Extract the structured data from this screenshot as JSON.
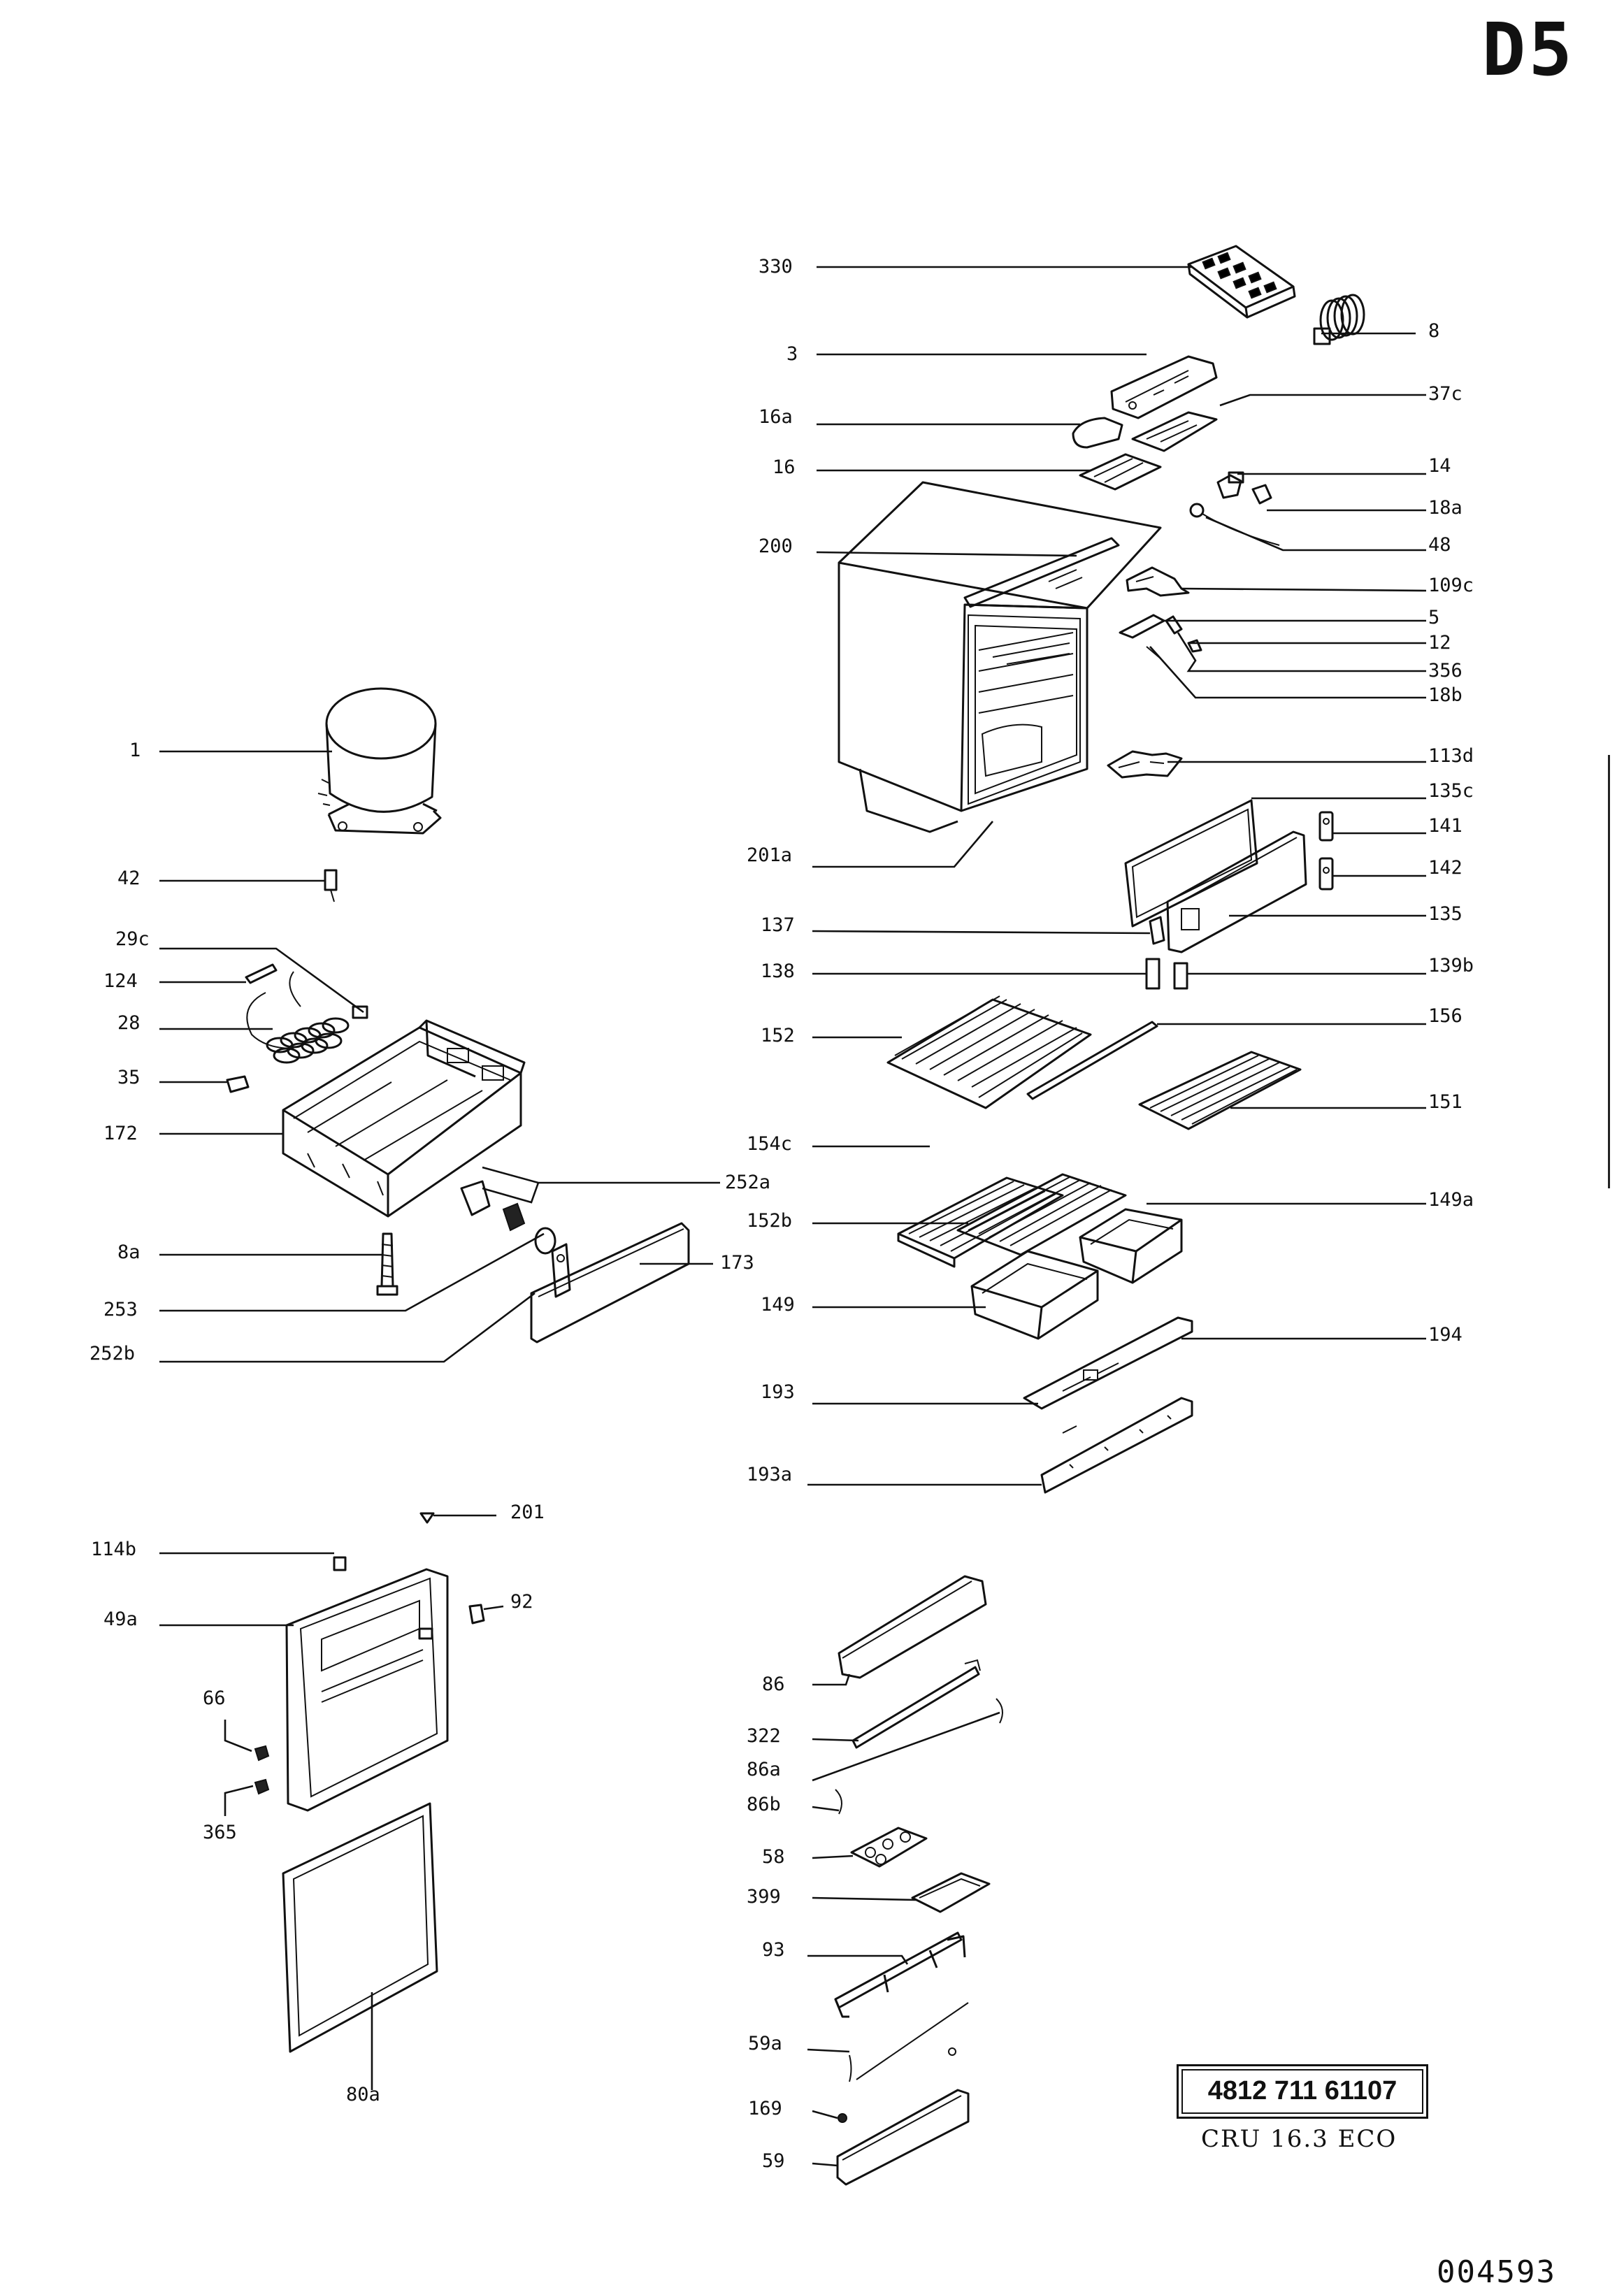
{
  "sheet_id": "D5",
  "part_number": "4812 711 61107",
  "model": "CRU 16.3 ECO",
  "document_number": "004593",
  "callouts": {
    "c330": "330",
    "c8": "8",
    "c3": "3",
    "c37c": "37c",
    "c16a": "16a",
    "c16": "16",
    "c14": "14",
    "c18a": "18a",
    "c200": "200",
    "c48": "48",
    "c109c": "109c",
    "c5": "5",
    "c12": "12",
    "c356": "356",
    "c18b": "18b",
    "c1": "1",
    "c113d": "113d",
    "c135c": "135c",
    "c201a": "201a",
    "c141": "141",
    "c42": "42",
    "c142": "142",
    "c135": "135",
    "c137": "137",
    "c29c": "29c",
    "c138": "138",
    "c139b": "139b",
    "c124": "124",
    "c28": "28",
    "c156": "156",
    "c152": "152",
    "c35": "35",
    "c151": "151",
    "c172": "172",
    "c154c": "154c",
    "c252a": "252a",
    "c149a": "149a",
    "c152b": "152b",
    "c8a": "8a",
    "c173": "173",
    "c149": "149",
    "c253": "253",
    "c194": "194",
    "c252b": "252b",
    "c193": "193",
    "c193a": "193a",
    "c201": "201",
    "c114b": "114b",
    "c92": "92",
    "c49a": "49a",
    "c66": "66",
    "c86": "86",
    "c322": "322",
    "c86a": "86a",
    "c365": "365",
    "c86b": "86b",
    "c58": "58",
    "c399": "399",
    "c93": "93",
    "c59a": "59a",
    "c80a": "80a",
    "c169": "169",
    "c59": "59"
  }
}
